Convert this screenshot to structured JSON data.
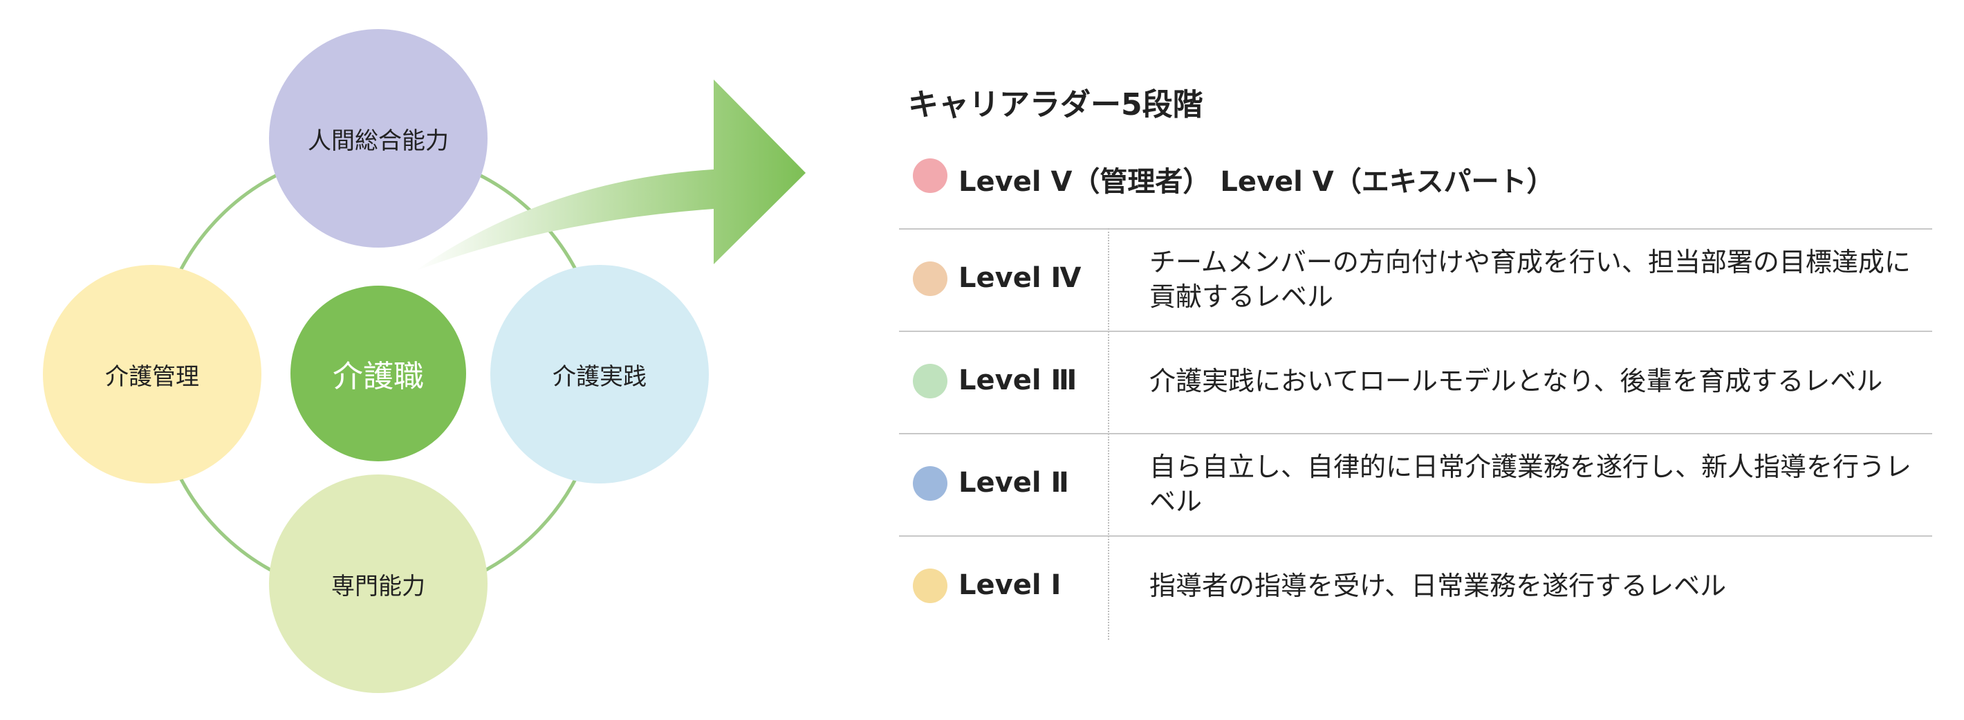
{
  "colors": {
    "accent_green": "#7dbf55",
    "ring_green": "#9ccb84",
    "circle_top": "#c5c5e5",
    "circle_left": "#fdeeb4",
    "circle_right": "#d4ecf4",
    "circle_bottom": "#e0ebb9",
    "level_v": "#f2a9ae",
    "level_iv": "#f0ccaa",
    "level_iii": "#bfe2bd",
    "level_ii": "#9db8dd",
    "level_i": "#f6dc9a"
  },
  "diagram": {
    "center_label": "介護職",
    "top_label": "人間総合能力",
    "left_label": "介護管理",
    "right_label": "介護実践",
    "bottom_label": "専門能力"
  },
  "ladder": {
    "title": "キャリアラダー5段階",
    "levels": [
      {
        "label": "Level Ⅴ（管理者） Level Ⅴ（エキスパート）",
        "description": ""
      },
      {
        "label": "Level Ⅳ",
        "description": "チームメンバーの方向付けや育成を行い、担当部署の目標達成に貢献するレベル"
      },
      {
        "label": "Level Ⅲ",
        "description": "介護実践においてロールモデルとなり、後輩を育成するレベル"
      },
      {
        "label": "Level Ⅱ",
        "description": "自ら自立し、自律的に日常介護業務を遂行し、新人指導を行うレベル"
      },
      {
        "label": "Level Ⅰ",
        "description": "指導者の指導を受け、日常業務を遂行するレベル"
      }
    ]
  }
}
